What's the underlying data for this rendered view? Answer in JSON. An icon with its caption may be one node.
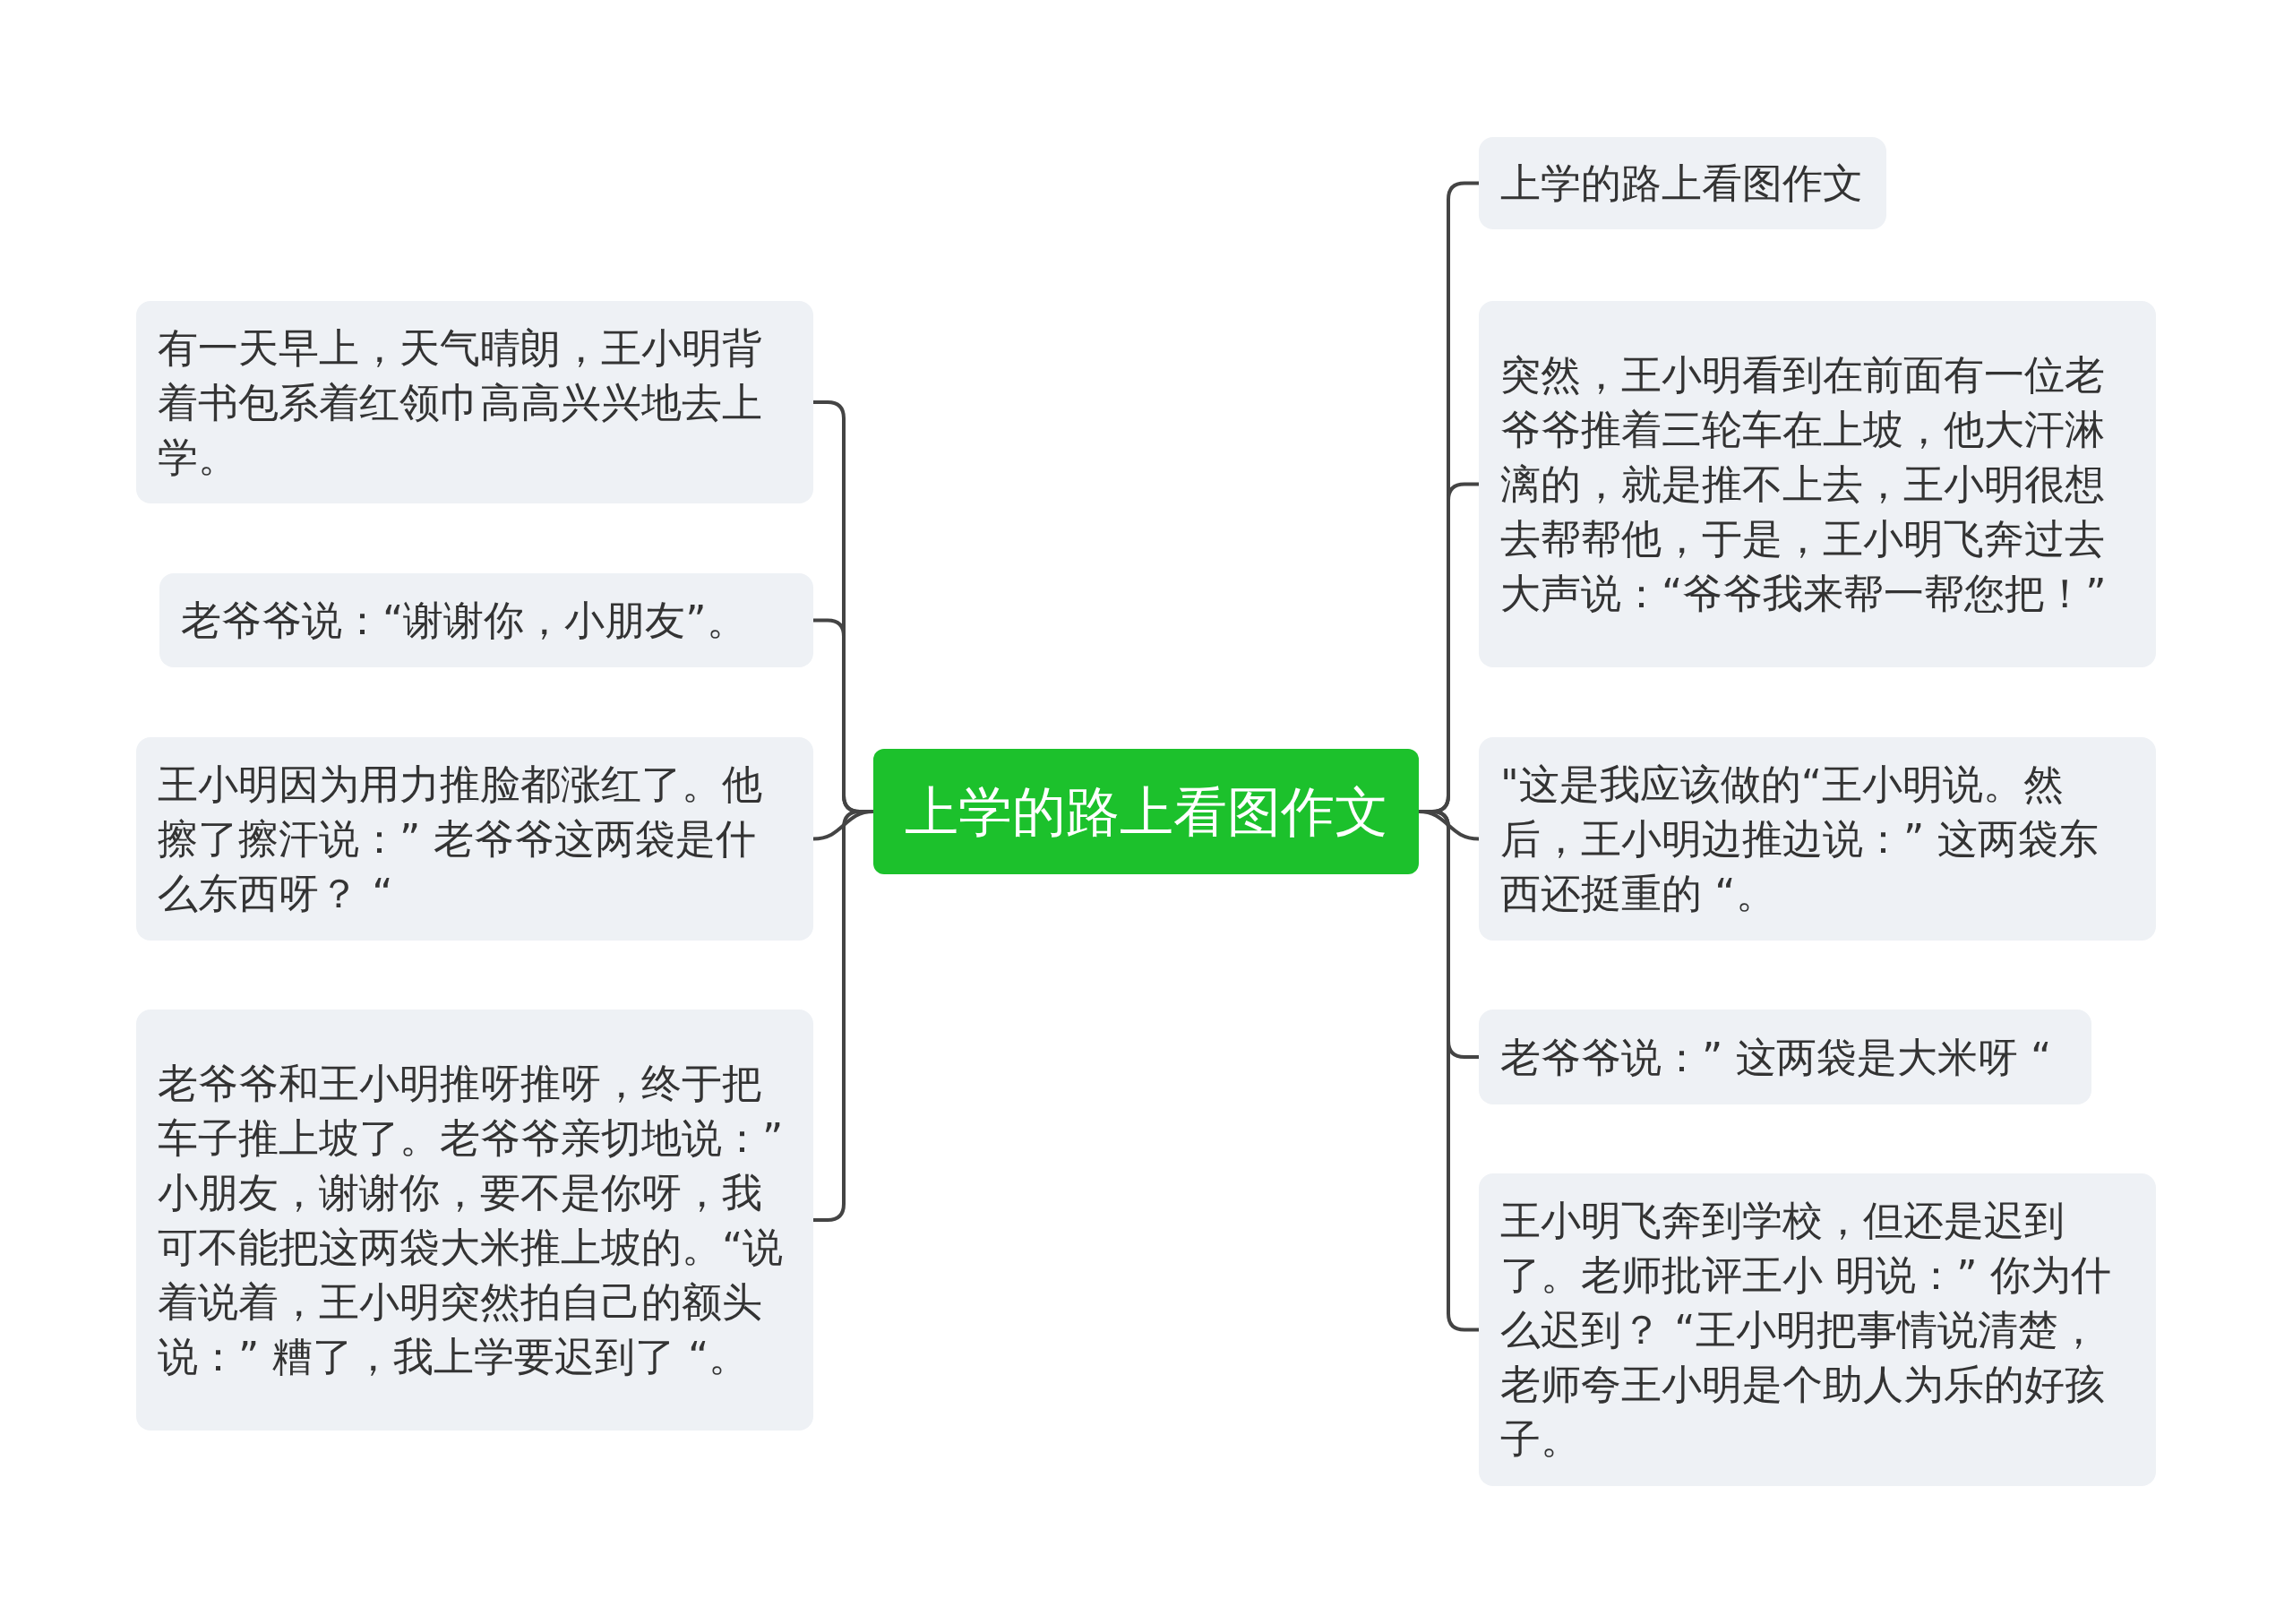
{
  "diagram": {
    "nodes": [
      {
        "text": [
          "上学的路上看图作文"
        ]
      },
      {
        "text": [
          "有一天早上，天气晴朗，王小明背着书包系着红领巾高高兴兴地去上学。"
        ]
      },
      {
        "text": [
          "老爷爷说：“谢谢你，小朋友”。"
        ]
      },
      {
        "text": [
          "王小明因为用力推脸都涨红了。他擦了擦汗说：” 老爷爷这两袋是什么东西呀？ “"
        ]
      },
      {
        "text": [
          "老爷爷和王小明推呀推呀，终于把车子推上坡了。老爷爷亲切地说：” 小朋友，谢谢你，要不是你呀，我可不能把这两袋大米推上坡的。“说着说着，王小明突然拍自己的额头说：” 糟了，我上学要迟到了 “。"
        ]
      },
      {
        "text": [
          "上学的路上看图作文"
        ]
      },
      {
        "text": [
          "突然，王小明看到在前面有一位老爷爷推着三轮车在上坡，他大汗淋漓的，就是推不上去，王小明很想去帮帮他，于是，王小明飞奔过去大声说：“爷爷我来帮一帮您把！”"
        ]
      },
      {
        "text": [
          "\"这是我应该做的“王小明说。然后，王小明边推边说：” 这两袋东西还挺重的 “。"
        ]
      },
      {
        "text": [
          "老爷爷说：” 这两袋是大米呀 “"
        ]
      },
      {
        "text": [
          "王小明飞奔到学校，但还是迟到了。老师批评王小 明说：” 你为什么迟到？ “王小明把事情说清楚，老师夸王小明是个助人为乐的好孩子。"
        ]
      }
    ],
    "edges": [
      {
        "from": 0,
        "to": 1,
        "arrow": "none"
      },
      {
        "from": 0,
        "to": 2,
        "arrow": "none"
      },
      {
        "from": 0,
        "to": 3,
        "arrow": "none"
      },
      {
        "from": 0,
        "to": 4,
        "arrow": "none"
      },
      {
        "from": 0,
        "to": 5,
        "arrow": "none"
      },
      {
        "from": 0,
        "to": 6,
        "arrow": "none"
      },
      {
        "from": 0,
        "to": 7,
        "arrow": "none"
      },
      {
        "from": 0,
        "to": 8,
        "arrow": "none"
      },
      {
        "from": 0,
        "to": 9,
        "arrow": "none"
      }
    ]
  }
}
